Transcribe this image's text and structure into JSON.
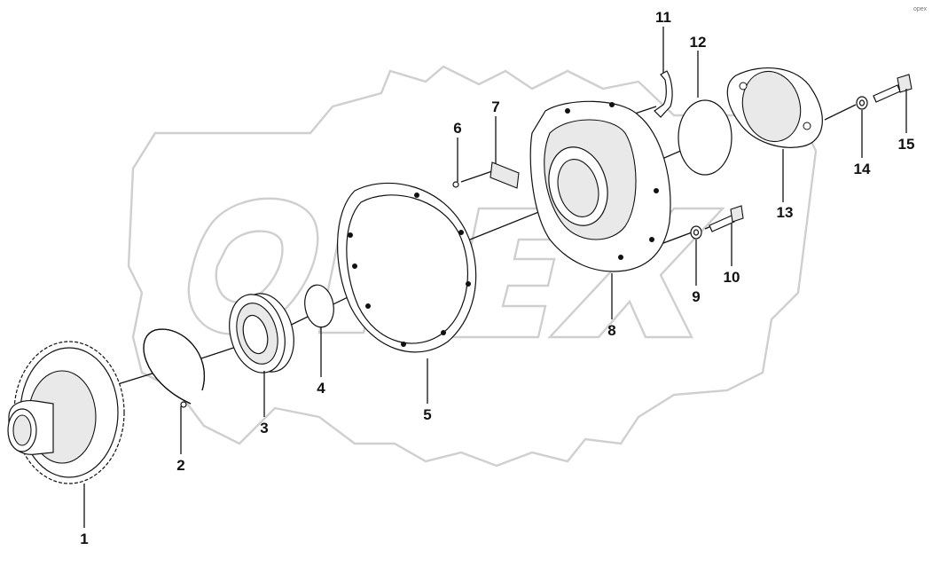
{
  "watermark": {
    "text": "OPEX",
    "color": "#cfcfcf"
  },
  "corner_mark": "opex",
  "callouts": [
    {
      "id": "1",
      "text": "1"
    },
    {
      "id": "2",
      "text": "2"
    },
    {
      "id": "3",
      "text": "3"
    },
    {
      "id": "4",
      "text": "4"
    },
    {
      "id": "5",
      "text": "5"
    },
    {
      "id": "6",
      "text": "6"
    },
    {
      "id": "7",
      "text": "7"
    },
    {
      "id": "8",
      "text": "8"
    },
    {
      "id": "9",
      "text": "9"
    },
    {
      "id": "10",
      "text": "10"
    },
    {
      "id": "11",
      "text": "11"
    },
    {
      "id": "12",
      "text": "12"
    },
    {
      "id": "13",
      "text": "13"
    },
    {
      "id": "14",
      "text": "14"
    },
    {
      "id": "15",
      "text": "15"
    }
  ]
}
